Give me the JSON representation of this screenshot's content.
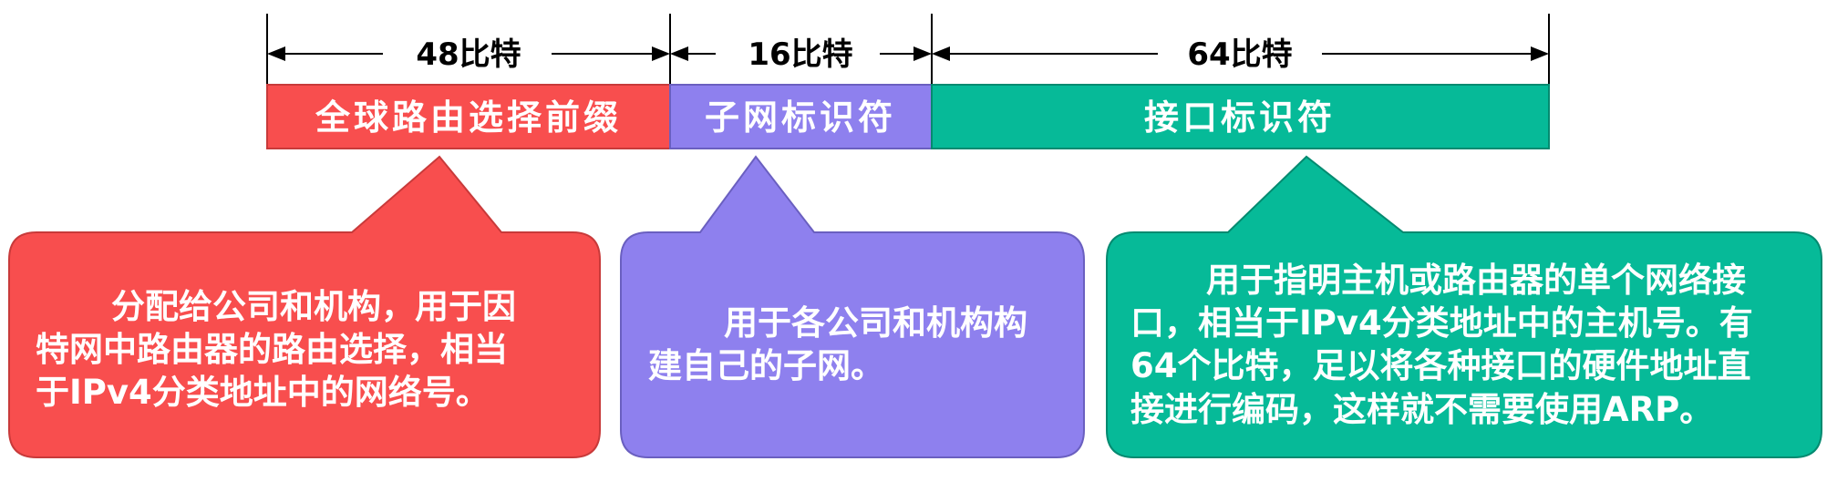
{
  "colors": {
    "red": "#F84E4E",
    "purple": "#8E80EE",
    "green": "#06BA98"
  },
  "segments": [
    {
      "bits": "48比特",
      "name": "全球路由选择前缀"
    },
    {
      "bits": "16比特",
      "name": "子网标识符"
    },
    {
      "bits": "64比特",
      "name": "接口标识符"
    }
  ],
  "callouts": {
    "red": [
      "分配给公司和机构，用于因",
      "特网中路由器的路由选择，相当",
      "于IPv4分类地址中的网络号。"
    ],
    "purple": [
      "用于各公司和机构构",
      "建自己的子网。"
    ],
    "green": [
      "用于指明主机或路由器的单个网络接",
      "口，相当于IPv4分类地址中的主机号。有",
      "64个比特，足以将各种接口的硬件地址直",
      "接进行编码，这样就不需要使用ARP。"
    ]
  }
}
